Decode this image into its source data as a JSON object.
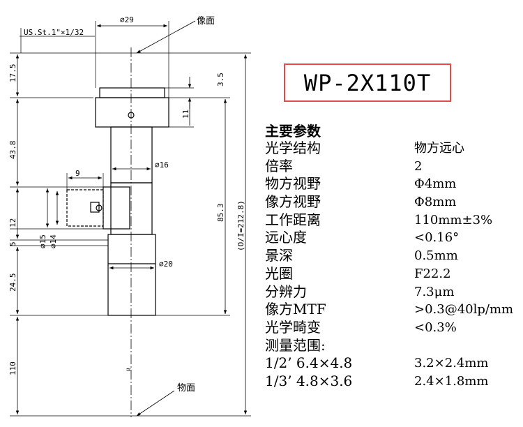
{
  "drawing": {
    "thread_spec": "US.St.1\"×1/32",
    "label_image_plane": "像面",
    "label_object_plane": "物面",
    "dim_top_dia": "⌀29",
    "dim_mid_dia": "⌀16",
    "dim_low_dia": "⌀20",
    "dim_port_len": "9",
    "dim_port_d15": "⌀15",
    "dim_port_d14": "⌀14",
    "dim_v_17_5": "17.5",
    "dim_v_43_8": "43.8",
    "dim_v_12": "12",
    "dim_v_5": "5",
    "dim_v_24_5": "24.5",
    "dim_v_110": "110",
    "dim_v_85_3": "85.3",
    "dim_v_3_5": "3.5",
    "dim_v_11": "11",
    "dim_total": "(O/I=212.8)"
  },
  "model": "WP-2X110T",
  "specs": {
    "title": "主要参数",
    "rows": [
      {
        "k": "光学结构",
        "v": "物方远心"
      },
      {
        "k": "倍率",
        "v": "2"
      },
      {
        "k": "物方视野",
        "v": "Φ4mm"
      },
      {
        "k": "像方视野",
        "v": "Φ8mm"
      },
      {
        "k": "工作距离",
        "v": "110mm±3%"
      },
      {
        "k": "远心度",
        "v": "<0.16°"
      },
      {
        "k": "景深",
        "v": "0.5mm"
      },
      {
        "k": "光圈",
        "v": "F22.2"
      },
      {
        "k": "分辨力",
        "v": "7.3μm"
      },
      {
        "k": "像方MTF",
        "v": ">0.3@40lp/mm"
      },
      {
        "k": "光学畸变",
        "v": "<0.3%"
      },
      {
        "k": "测量范围:",
        "v": ""
      },
      {
        "k": "1/2’ 6.4×4.8",
        "v": "3.2×2.4mm"
      },
      {
        "k": "1/3’ 4.8×3.6",
        "v": "2.4×1.8mm"
      }
    ]
  }
}
